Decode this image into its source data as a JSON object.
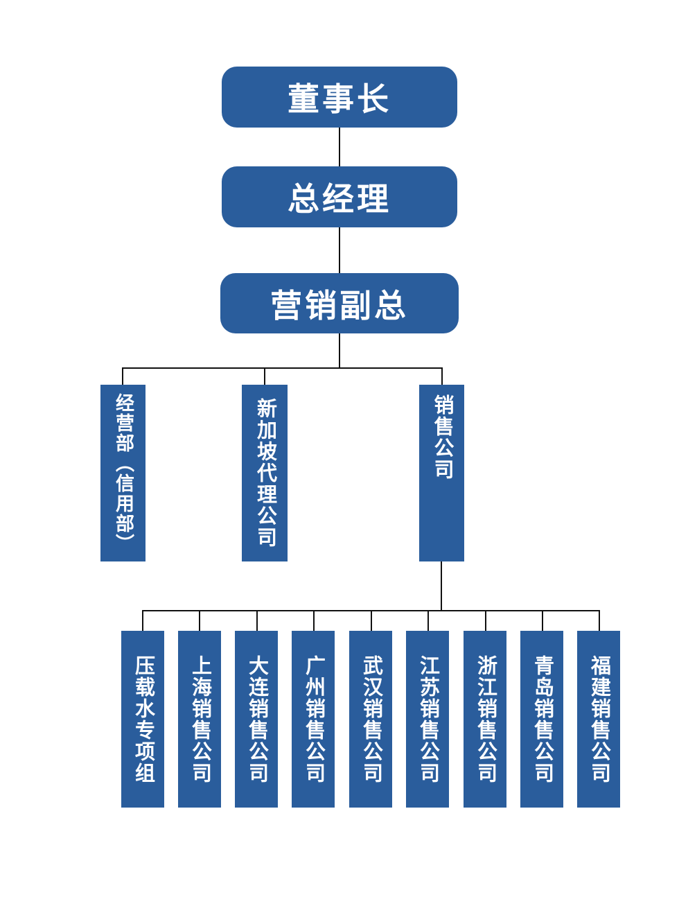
{
  "diagram": {
    "type": "org-chart",
    "colors": {
      "node_fill": "#2a5d9c",
      "node_text": "#ffffff",
      "connector": "#111111",
      "background": "#ffffff"
    },
    "level1": {
      "label": "董事长"
    },
    "level2": {
      "label": "总经理"
    },
    "level3": {
      "label": "营销副总"
    },
    "level4": [
      {
        "label": "经营部（信用部）"
      },
      {
        "label": "新加坡代理公司"
      },
      {
        "label": "销售公司"
      }
    ],
    "level5": [
      {
        "label": "压载水专项组"
      },
      {
        "label": "上海销售公司"
      },
      {
        "label": "大连销售公司"
      },
      {
        "label": "广州销售公司"
      },
      {
        "label": "武汉销售公司"
      },
      {
        "label": "江苏销售公司"
      },
      {
        "label": "浙江销售公司"
      },
      {
        "label": "青岛销售公司"
      },
      {
        "label": "福建销售公司"
      }
    ]
  }
}
